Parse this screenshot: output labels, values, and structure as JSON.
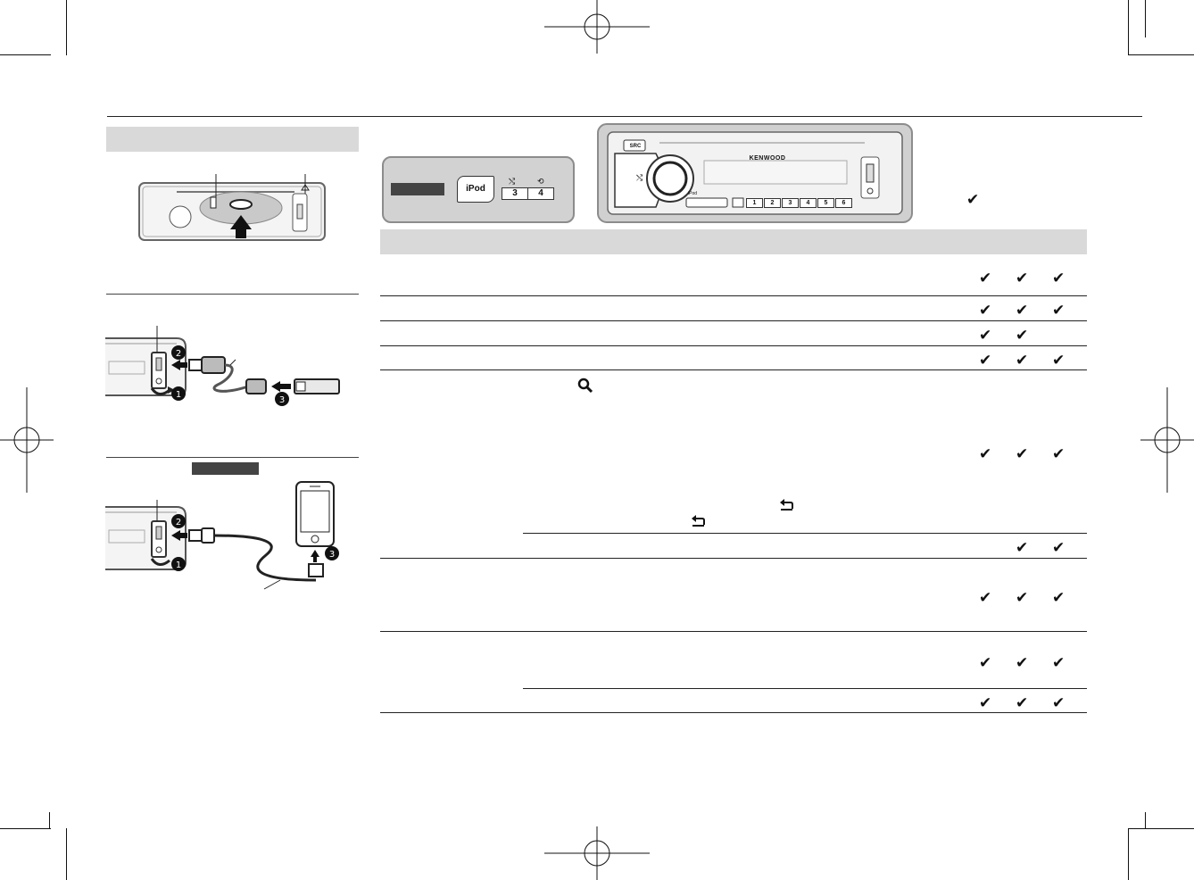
{
  "header_panel": {
    "mode_badge": "",
    "ipod_key": "iPod",
    "key_3": "3",
    "key_4": "4"
  },
  "faceplate": {
    "brand": "KENWOOD",
    "src_label": "SRC",
    "preset_keys": [
      "1",
      "2",
      "3",
      "4",
      "5",
      "6"
    ],
    "ipod_small": "iPod"
  },
  "cd_diagram": {
    "label": ""
  },
  "usb_diagram": {
    "steps": [
      "2",
      "1",
      "3"
    ]
  },
  "ipod_diagram": {
    "badge": "",
    "steps": [
      "2",
      "1",
      "3"
    ]
  },
  "legend_check": "✔",
  "table": {
    "check_symbol": "✔",
    "rows": [
      {
        "name": "row-1",
        "checks": [
          true,
          true,
          true
        ]
      },
      {
        "name": "row-2",
        "checks": [
          true,
          true,
          true
        ]
      },
      {
        "name": "row-3",
        "checks": [
          true,
          true,
          false
        ]
      },
      {
        "name": "row-4",
        "checks": [
          true,
          true,
          true
        ]
      },
      {
        "name": "row-5",
        "checks": [
          true,
          true,
          true
        ]
      },
      {
        "name": "row-5b",
        "checks": [
          false,
          true,
          true
        ]
      },
      {
        "name": "row-6",
        "checks": [
          true,
          true,
          true
        ]
      },
      {
        "name": "row-7",
        "checks": [
          true,
          true,
          true
        ]
      },
      {
        "name": "row-7b",
        "checks": [
          true,
          true,
          true
        ]
      }
    ]
  }
}
